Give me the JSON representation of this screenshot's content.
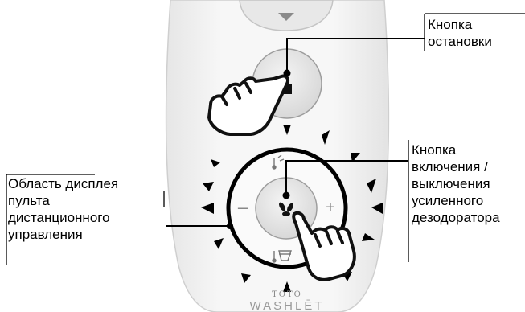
{
  "callouts": {
    "stop_button": [
      "Кнопка",
      "остановки"
    ],
    "deodorizer_button": [
      "Кнопка",
      "включения /",
      "выключения",
      "усиленного",
      "дезодоратора"
    ],
    "display_area": [
      "Область дисплея",
      "пульта",
      "дистанционного",
      "управления"
    ]
  },
  "remote": {
    "brand_top": "TOTO",
    "brand_bottom": "WASHLĒT",
    "minus_symbol": "–",
    "plus_symbol": "+"
  },
  "icons": {
    "stop": "stop-square-icon",
    "deodorizer": "fan-icon",
    "top_arrow": "triangle-down-icon",
    "upper_mode": "spray-icon",
    "lower_mode": "bowl-icon",
    "hand": "pointing-hand-icon"
  },
  "colors": {
    "remote_body": "#f2f2f2",
    "remote_outline": "#cfcfcf",
    "button_face": "#e4e4e4",
    "ring": "#000000",
    "text": "#000000"
  }
}
